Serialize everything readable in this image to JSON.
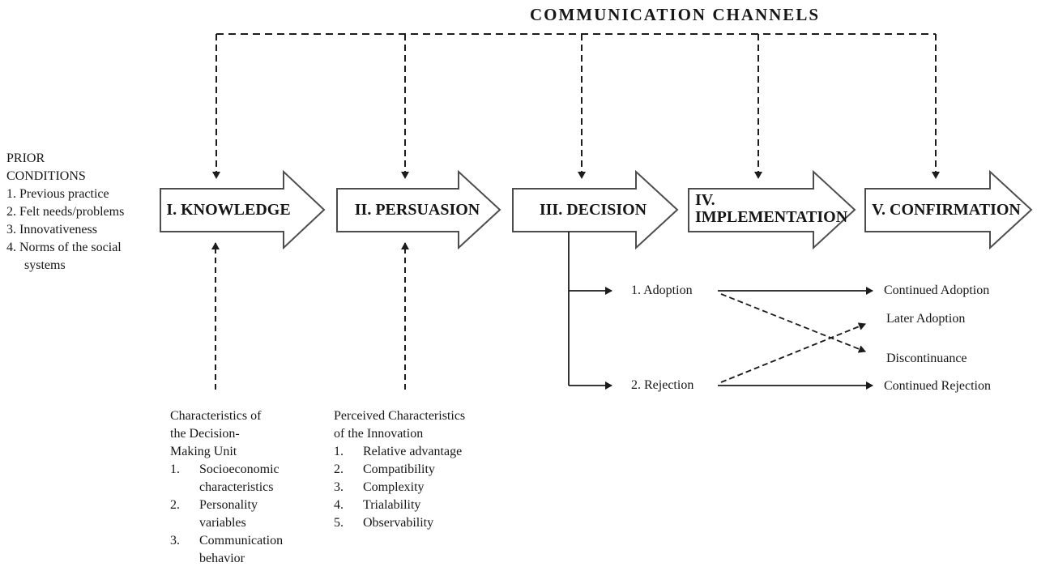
{
  "title": "COMMUNICATION CHANNELS",
  "prior_conditions": {
    "heading_lines": [
      "PRIOR",
      "CONDITIONS"
    ],
    "items": [
      "1. Previous practice",
      "2. Felt needs/problems",
      "3. Innovativeness",
      "4. Norms of the social systems"
    ]
  },
  "stages": [
    {
      "id": "knowledge",
      "label": "I. KNOWLEDGE"
    },
    {
      "id": "persuasion",
      "label": "II. PERSUASION"
    },
    {
      "id": "decision",
      "label": "III. DECISION"
    },
    {
      "id": "implementation",
      "label": "IV. IMPLEMENTATION",
      "line1": "IV.",
      "line2": "IMPLEMENTATION"
    },
    {
      "id": "confirmation",
      "label": "V. CONFIRMATION"
    }
  ],
  "decision_branch": {
    "adoption": "1. Adoption",
    "rejection": "2. Rejection",
    "continued_adoption": "Continued Adoption",
    "later_adoption": "Later Adoption",
    "discontinuance": "Discontinuance",
    "continued_rejection": "Continued Rejection"
  },
  "decision_unit_characteristics": {
    "heading_lines": [
      "Characteristics of",
      "the Decision-",
      "Making Unit"
    ],
    "items": [
      {
        "num": "1.",
        "text": "Socioeconomic characteristics"
      },
      {
        "num": "2.",
        "text": "Personality variables"
      },
      {
        "num": "3.",
        "text": "Communication behavior"
      }
    ]
  },
  "innovation_characteristics": {
    "heading_lines": [
      "Perceived Characteristics",
      "of the Innovation"
    ],
    "items": [
      {
        "num": "1.",
        "text": "Relative advantage"
      },
      {
        "num": "2.",
        "text": "Compatibility"
      },
      {
        "num": "3.",
        "text": "Complexity"
      },
      {
        "num": "4.",
        "text": "Trialability"
      },
      {
        "num": "5.",
        "text": "Observability"
      }
    ]
  },
  "colors": {
    "background": "#ffffff",
    "text": "#161616",
    "line": "#1c1c1c",
    "arrow_outline": "#4d4d4d"
  }
}
